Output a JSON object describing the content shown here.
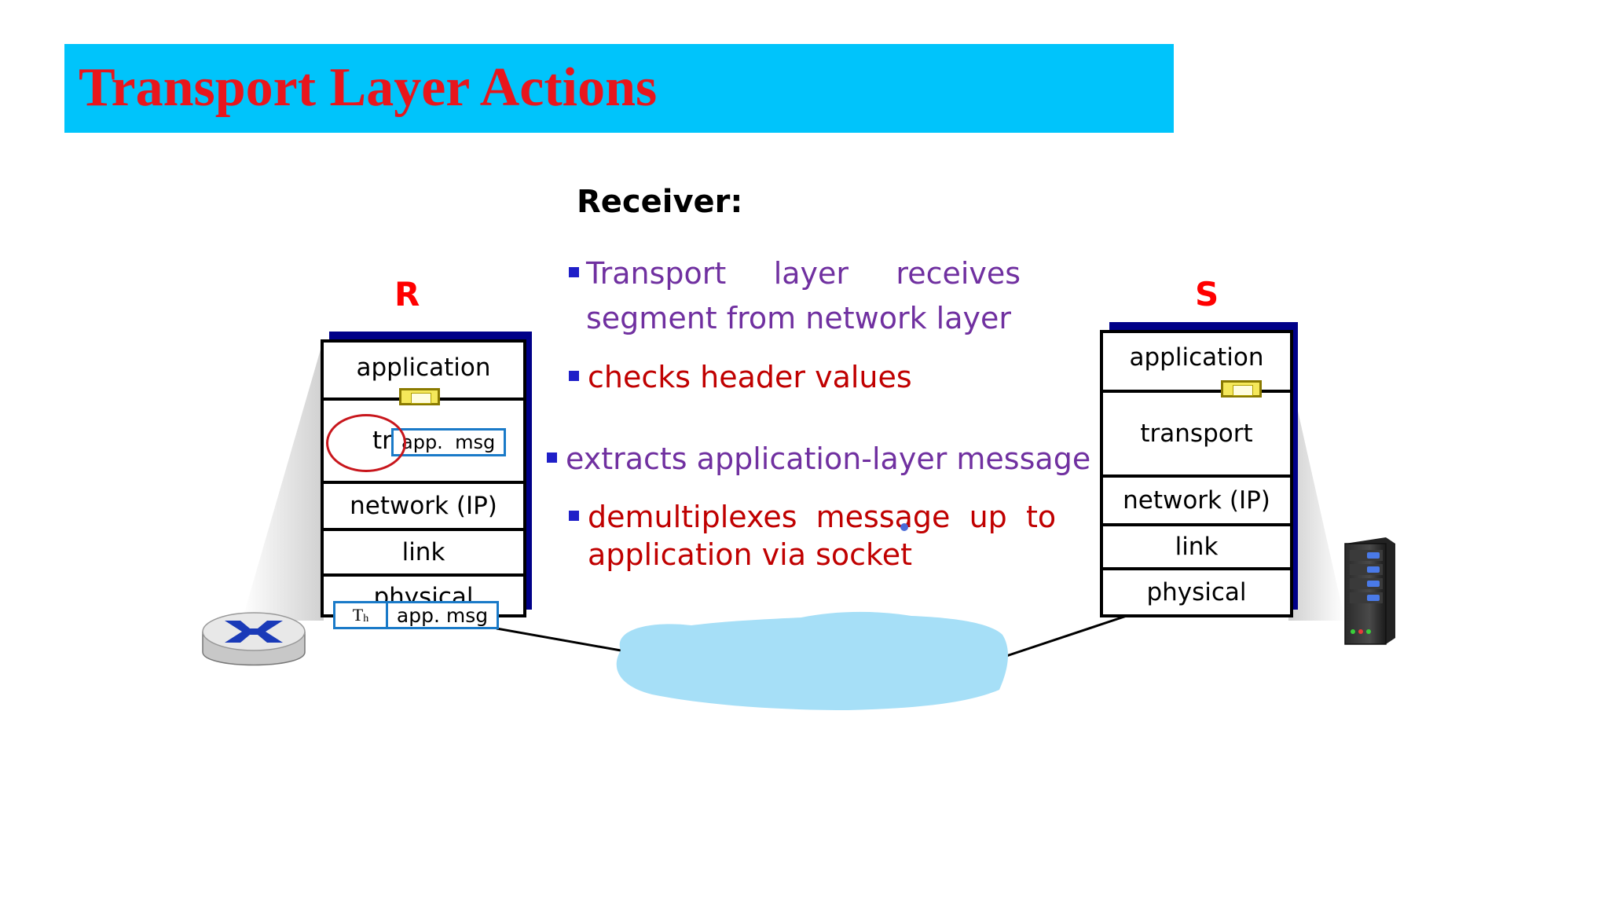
{
  "title": "Transport Layer Actions",
  "receiver_label": "Receiver:",
  "bullets": [
    {
      "line1": "Transport     layer     receives",
      "line2": "segment from network layer",
      "color": "#7030a0"
    },
    {
      "line1": "checks header values",
      "color": "#c00000"
    },
    {
      "line1": "extracts application-layer message",
      "color": "#7030a0"
    },
    {
      "line1": "demultiplexes  message  up  to",
      "line2": "application via socket",
      "color": "#c00000"
    }
  ],
  "receiver_host": {
    "label": "R",
    "layers": [
      "application",
      "tr",
      "network (IP)",
      "link",
      "physical"
    ],
    "transport_msg": "app.  msg",
    "segment_header": "T",
    "segment_header_sub": "h",
    "segment_msg": "app. msg"
  },
  "sender_host": {
    "label": "S",
    "layers": [
      "application",
      "transport",
      "network (IP)",
      "link",
      "physical"
    ]
  },
  "colors": {
    "title_bar": "#00c4fb",
    "title_text": "#e8161c",
    "stack_shadow": "#000088",
    "cloud": "#a6dff7",
    "highlight_circle": "#c8161c",
    "message_border": "#1a7ac8"
  },
  "icons": [
    "router-icon",
    "server-icon",
    "socket-icon",
    "network-cloud-icon"
  ]
}
